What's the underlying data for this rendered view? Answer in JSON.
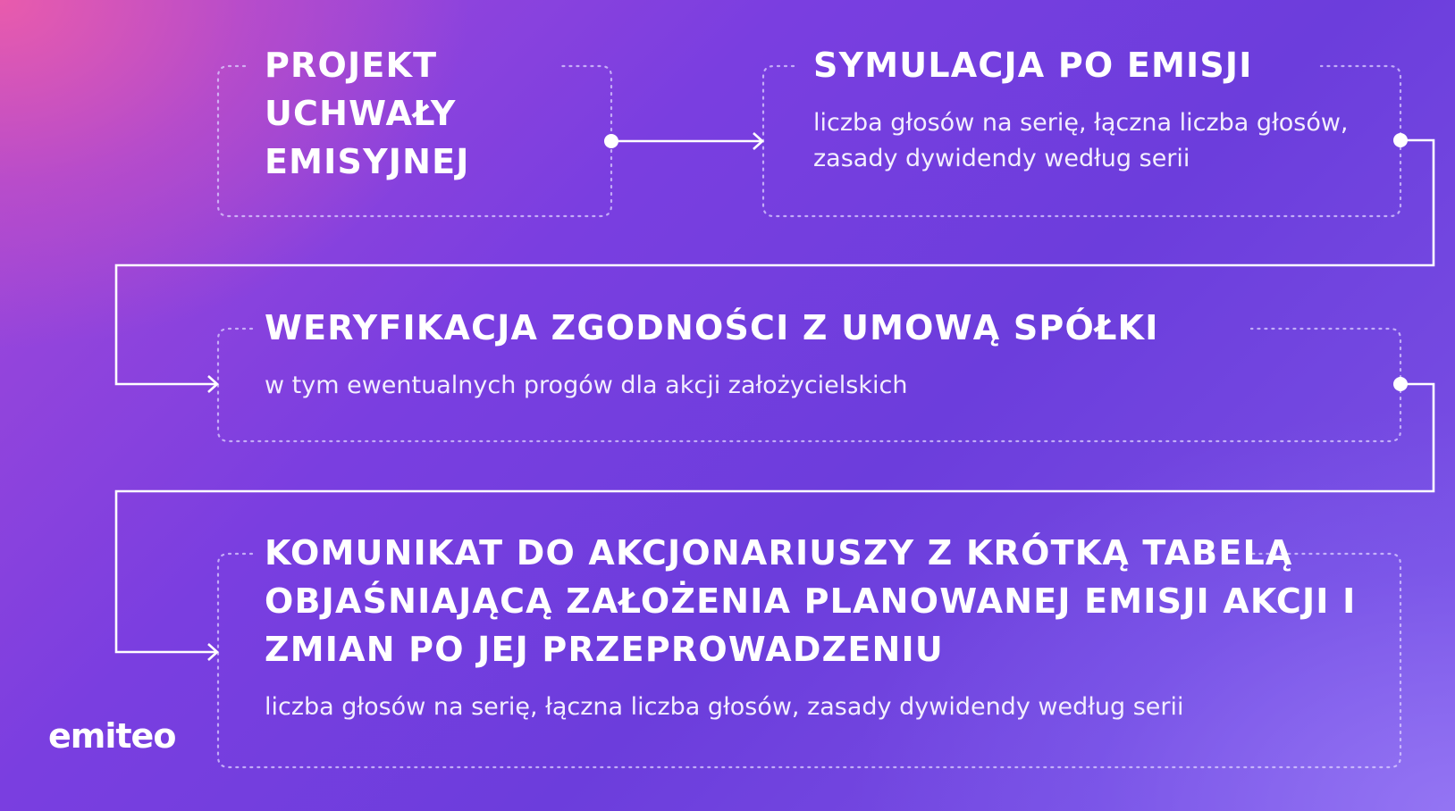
{
  "steps": [
    {
      "title": "PROJEKT\nUCHWAŁY\nEMISYJNEJ",
      "description": ""
    },
    {
      "title": "SYMULACJA PO EMISJI",
      "description": "liczba głosów na serię, łączna liczba głosów, zasady dywidendy według serii"
    },
    {
      "title": "WERYFIKACJA ZGODNOŚCI Z UMOWĄ SPÓŁKI",
      "description": "w tym ewentualnych progów dla akcji założycielskich"
    },
    {
      "title": "KOMUNIKAT DO AKCJONARIUSZY Z KRÓTKĄ TABELĄ OBJAŚNIAJĄCĄ ZAŁOŻENIA PLANOWANEJ EMISJI AKCJI I ZMIAN PO JEJ PRZEPROWADZENIU",
      "description": "liczba głosów na serię, łączna liczba głosów, zasady dywidendy według serii"
    }
  ],
  "brand": {
    "logo_text": "emiteo"
  },
  "colors": {
    "background_pink": "#ec5caa",
    "background_violet": "#6c3ddc",
    "background_lavender": "#967af5",
    "line": "#ffffff",
    "border": "#d9ccff",
    "text": "#ffffff"
  }
}
